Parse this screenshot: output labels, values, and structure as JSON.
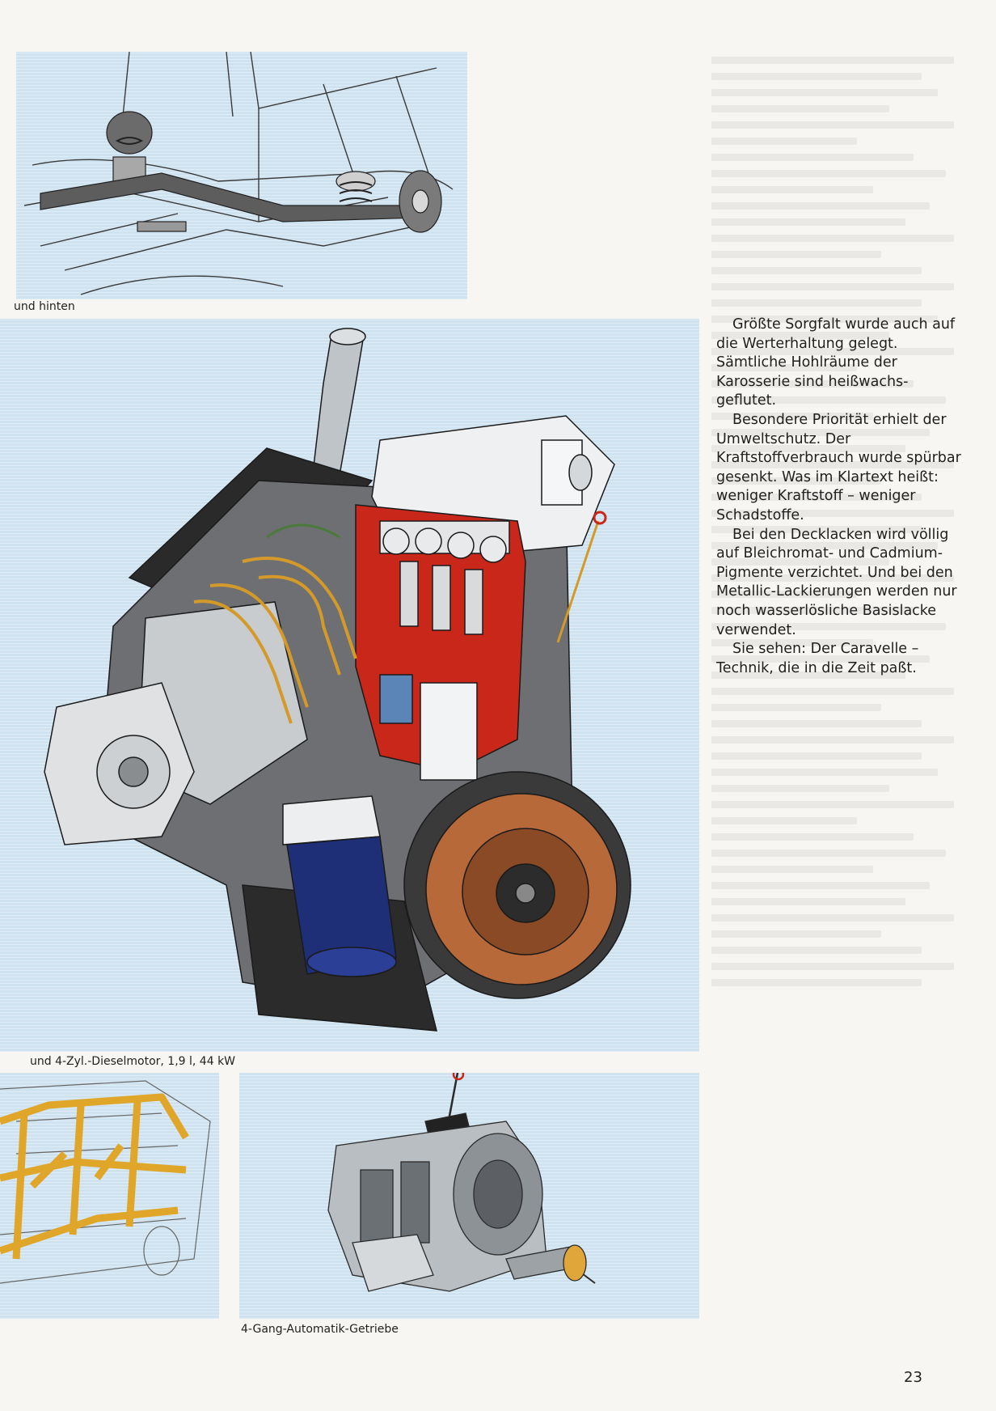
{
  "captions": {
    "suspension": "und hinten",
    "engine": "und 4-Zyl.-Dieselmotor, 1,9 l, 44 kW",
    "gearbox": "4-Gang-Automatik-Getriebe"
  },
  "body_text": {
    "paragraphs": [
      "Größte Sorgfalt wurde auch auf die Werterhaltung gelegt. Sämtliche Hohlräume der Karosserie sind heißwachs-geflutet.",
      "Besondere Priorität erhielt der Umweltschutz. Der Kraftstoffverbrauch wurde spürbar gesenkt. Was im Klartext heißt: weniger Kraftstoff – weniger Schadstoffe.",
      "Bei den Decklacken wird völlig auf Bleichromat- und Cadmium-Pigmente verzichtet. Und bei den Metallic-Lackierungen werden nur noch wasserlösliche Basislacke verwendet.",
      "Sie sehen: Der Caravelle – Technik, die in die Zeit paßt."
    ]
  },
  "page_number": "23",
  "colors": {
    "panel_blue": "#cfe2f0",
    "engine_red": "#c8271a",
    "clutch_copper": "#b8693a",
    "filter_navy": "#1e2f78",
    "frame_yellow": "#e0a62a"
  }
}
